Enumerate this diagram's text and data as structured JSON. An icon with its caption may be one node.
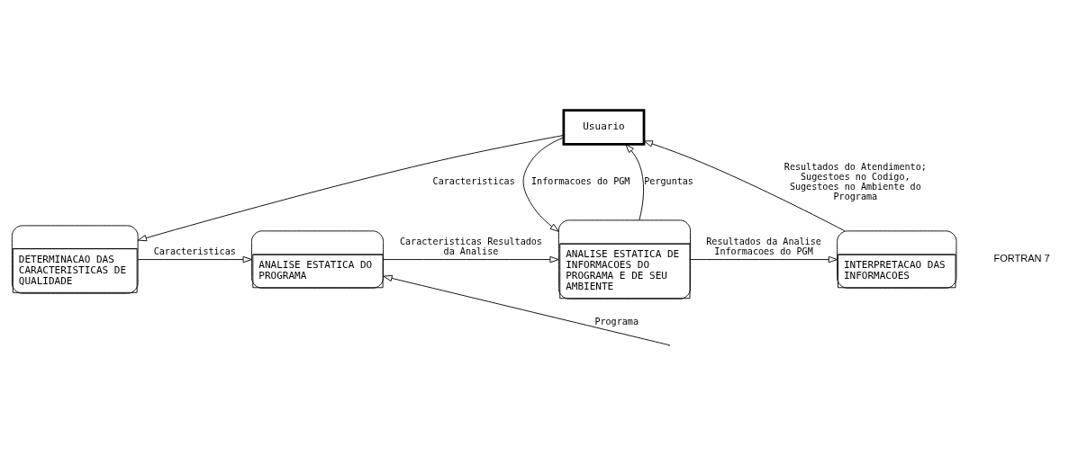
{
  "diagram": {
    "nodes": [
      {
        "text": [
          "Usuario"
        ]
      },
      {
        "text": [
          "DETERMINACAO DAS CARACTERISTICAS DE QUALIDADE"
        ]
      },
      {
        "text": [
          "ANALISE ESTATICA DO PROGRAMA"
        ]
      },
      {
        "text": [
          "ANALISE ESTATICA DE INFORMACOES DO PROGRAMA E DE SEU AMBIENTE"
        ]
      },
      {
        "text": [
          "INTERPRETACAO DAS INFORMACOES"
        ]
      }
    ],
    "edges": [
      {
        "from": 0,
        "to": 1,
        "arrow": "to",
        "label": "Caracteristicas"
      },
      {
        "from": 1,
        "to": 2,
        "arrow": "to",
        "label": "Caracteristicas"
      },
      {
        "from": 2,
        "to": 3,
        "arrow": "to",
        "label": "Caracteristicas Resultados da Analise"
      },
      {
        "from": 3,
        "to": 0,
        "arrow": "to",
        "label": "Perguntas"
      },
      {
        "from": 0,
        "to": 3,
        "arrow": "to",
        "label": "Informacoes do PGM"
      },
      {
        "from": 3,
        "to": 4,
        "arrow": "to",
        "label": "Resultados da Analise Informacoes do PGM"
      },
      {
        "from": 4,
        "to": 0,
        "arrow": "to",
        "label": "Resultados do Atendimento; Sugestoes no Codigo, Sugestoes no Ambiente do Programa"
      },
      {
        "from": null,
        "to": 2,
        "arrow": "to",
        "label": "Programa"
      }
    ],
    "labels": [
      "FORTRAN 7"
    ]
  }
}
